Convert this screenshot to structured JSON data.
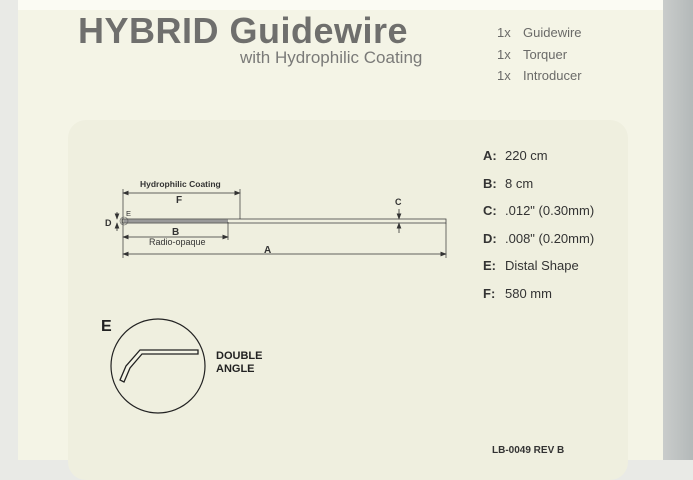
{
  "header": {
    "title": "HYBRID Guidewire",
    "subtitle": "with Hydrophilic Coating"
  },
  "contents": [
    {
      "qty": "1x",
      "item": "Guidewire"
    },
    {
      "qty": "1x",
      "item": "Torquer"
    },
    {
      "qty": "1x",
      "item": "Introducer"
    }
  ],
  "specs": [
    {
      "key": "A:",
      "value": "220 cm"
    },
    {
      "key": "B:",
      "value": "8 cm"
    },
    {
      "key": "C:",
      "value": ".012\" (0.30mm)"
    },
    {
      "key": "D:",
      "value": ".008\" (0.20mm)"
    },
    {
      "key": "E:",
      "value": "Distal Shape"
    },
    {
      "key": "F:",
      "value": "580 mm"
    }
  ],
  "diagram": {
    "coating_label": "Hydrophilic Coating",
    "radio_label": "Radio-opaque",
    "dim_a": "A",
    "dim_b": "B",
    "dim_c": "C",
    "dim_d": "D",
    "dim_e": "E",
    "dim_f": "F"
  },
  "detail": {
    "label": "E",
    "shape_line1": "DOUBLE",
    "shape_line2": "ANGLE"
  },
  "footer": {
    "code": "LB-0049 REV B"
  }
}
